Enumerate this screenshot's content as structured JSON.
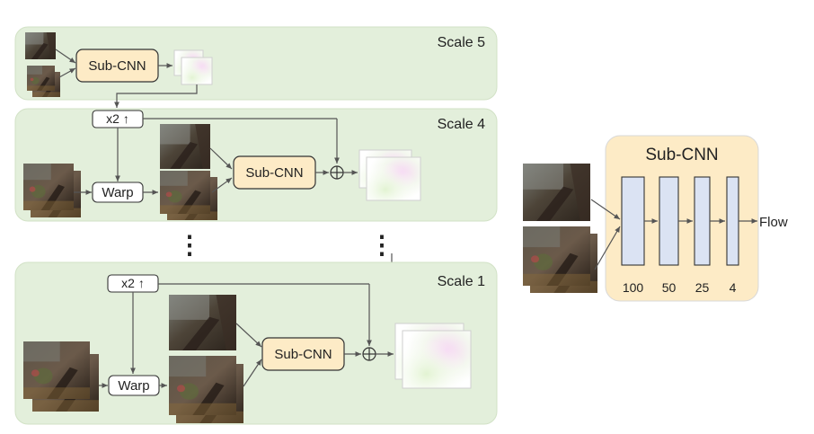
{
  "colors": {
    "panel_fill": "#e3efdb",
    "panel_stroke": "#d2e2c6",
    "subcnn_fill": "#fdebc6",
    "subcnn_stroke": "#333333",
    "layer_fill": "#dbe3f3",
    "layer_stroke": "#333333",
    "arrow": "#555555"
  },
  "scales": {
    "scale5": "Scale 5",
    "scale4": "Scale 4",
    "scale1": "Scale 1"
  },
  "blocks": {
    "subcnn": "Sub-CNN",
    "upsample": "x2 ↑",
    "warp": "Warp",
    "add_symbol": "⊕",
    "ellipsis": "⋮"
  },
  "detail": {
    "title": "Sub-CNN",
    "output": "Flow",
    "layers": [
      "100",
      "50",
      "25",
      "4"
    ]
  }
}
